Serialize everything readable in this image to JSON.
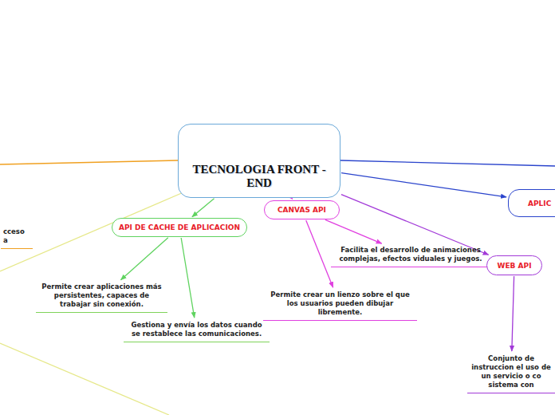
{
  "diagram": {
    "nodes": [
      {
        "text": [
          "TECNOLOGIA FRONT - END"
        ]
      },
      {
        "text": [
          "cceso a"
        ]
      },
      {
        "text": [
          "API DE CACHE DE APLICACION"
        ]
      },
      {
        "text": [
          "Permite crear aplicaciones más persistentes, capaces de trabajar sin conexión."
        ]
      },
      {
        "text": [
          "Gestiona y envía los datos cuando se restablece las comunicaciones."
        ]
      },
      {
        "text": [
          "CANVAS API"
        ]
      },
      {
        "text": [
          "Facilita el desarrollo de animaciones complejas, efectos viduales y juegos."
        ]
      },
      {
        "text": [
          "Permite crear un lienzo sobre el que los usuarios pueden dibujar libremente."
        ]
      },
      {
        "text": [
          "APLIC"
        ]
      },
      {
        "text": [
          "WEB API"
        ]
      },
      {
        "text": [
          "Conjunto de instruccion el uso de un servicio o co sistema con"
        ]
      }
    ],
    "edges": [
      {
        "from": 0,
        "to": 2,
        "arrow": "to"
      },
      {
        "from": 2,
        "to": 3,
        "arrow": "to"
      },
      {
        "from": 2,
        "to": 4,
        "arrow": "to"
      },
      {
        "from": 0,
        "to": 5,
        "arrow": "to"
      },
      {
        "from": 5,
        "to": 6,
        "arrow": "to"
      },
      {
        "from": 5,
        "to": 7,
        "arrow": "to"
      },
      {
        "from": 0,
        "to": 8,
        "arrow": "to"
      },
      {
        "from": 0,
        "to": 9,
        "arrow": "to"
      },
      {
        "from": 9,
        "to": 10,
        "arrow": "to"
      }
    ]
  }
}
